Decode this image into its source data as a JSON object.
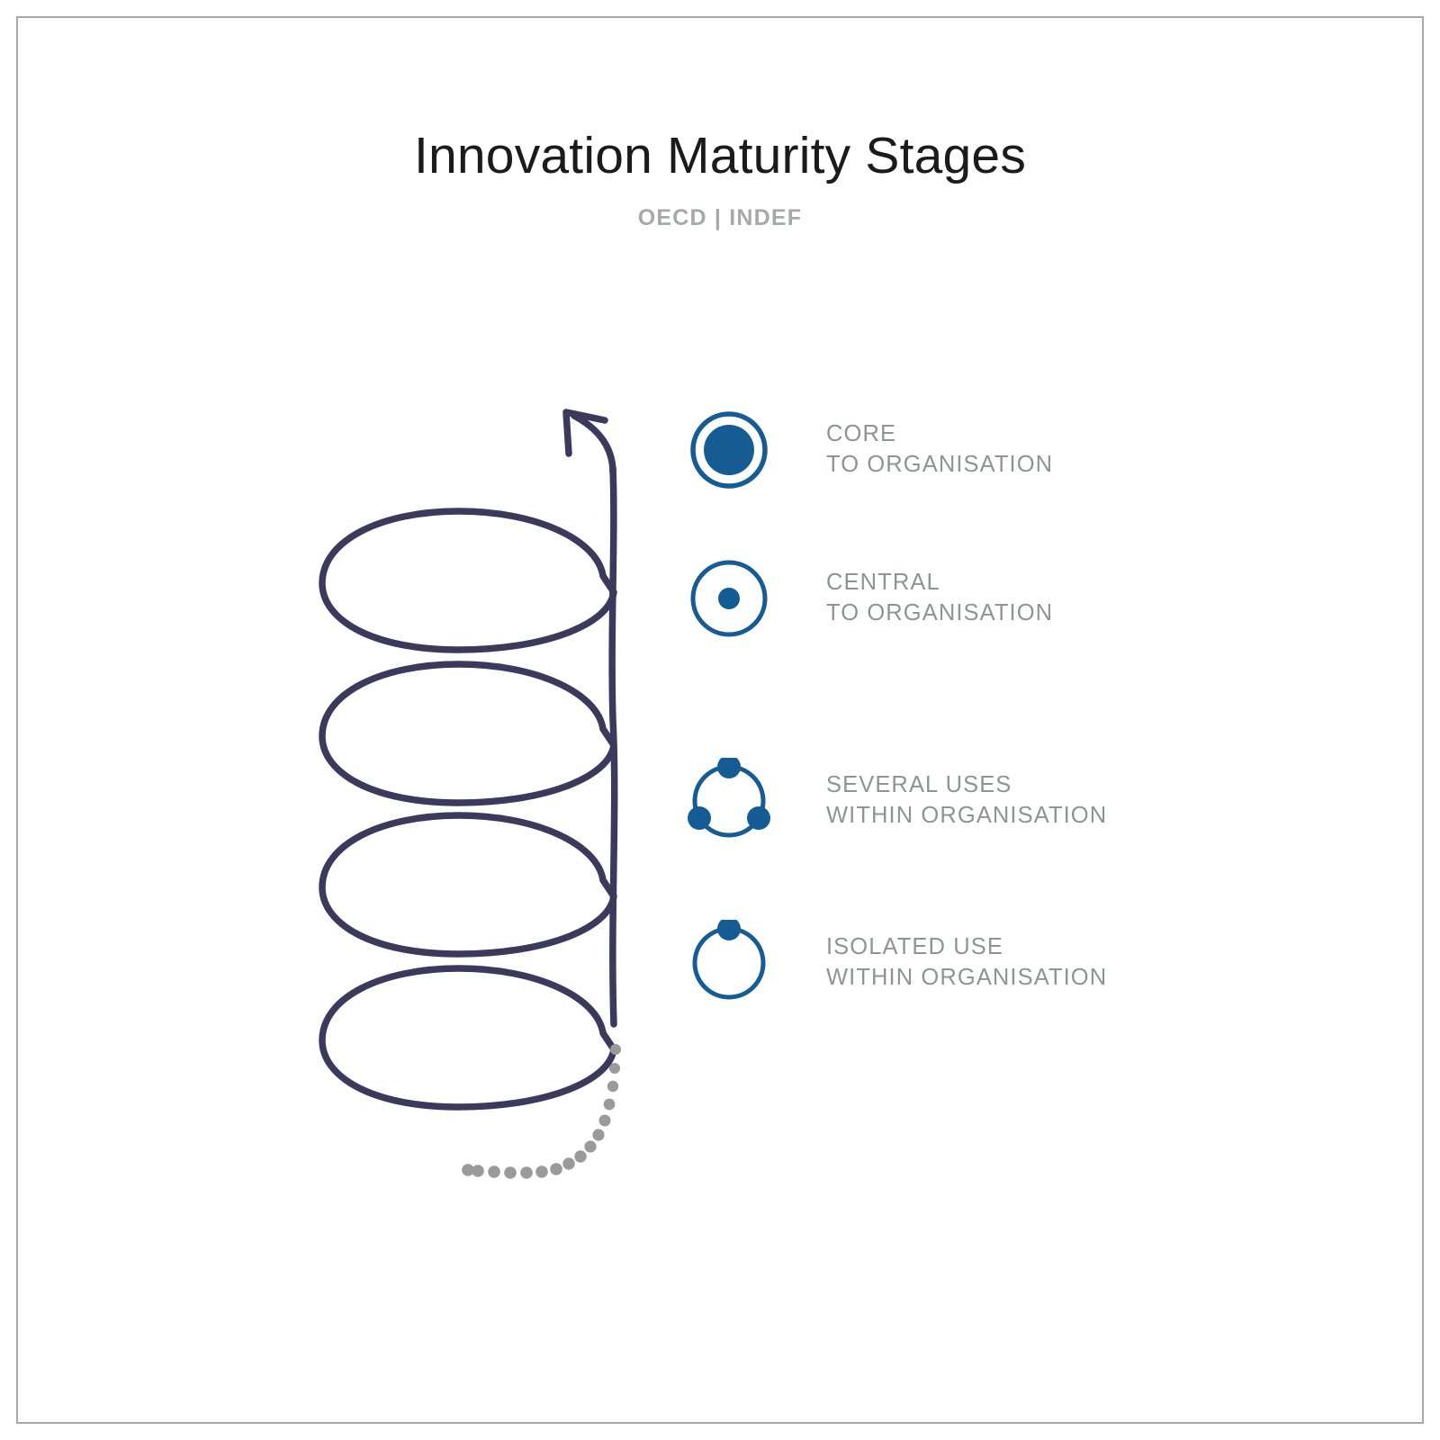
{
  "page": {
    "title": "Innovation Maturity Stages",
    "subtitle": "OECD | INDEF",
    "background": "#ffffff",
    "border_color": "#a8a8a8",
    "title_color": "#1b1b1b",
    "subtitle_color": "#a6a8ab"
  },
  "colors": {
    "spiral": "#3b3a5c",
    "accent_blue": "#165c94",
    "legend_text": "#909396",
    "dotted_trail": "#9a9a9a"
  },
  "diagram": {
    "name": "ascending-helix-spiral",
    "description": "Hand-drawn upward helix of four stacked ellipses with an arrow at the top and a dotted trail at the bottom",
    "coil_count": 4,
    "arrow_direction": "up",
    "arrow_icon": "arrow-up-icon",
    "trail_style": "dotted",
    "trail_dot_count": 16
  },
  "legend": {
    "items": [
      {
        "icon": "filled-circle-in-ring-icon",
        "stage_order": 4,
        "line1": "CORE",
        "line2": "TO ORGANISATION"
      },
      {
        "icon": "center-dot-in-ring-icon",
        "stage_order": 3,
        "line1": "CENTRAL",
        "line2": "TO ORGANISATION"
      },
      {
        "icon": "three-dots-on-ring-icon",
        "stage_order": 2,
        "line1": "SEVERAL USES",
        "line2": "WITHIN ORGANISATION"
      },
      {
        "icon": "one-dot-on-ring-icon",
        "stage_order": 1,
        "line1": "ISOLATED USE",
        "line2": "WITHIN ORGANISATION"
      }
    ]
  }
}
